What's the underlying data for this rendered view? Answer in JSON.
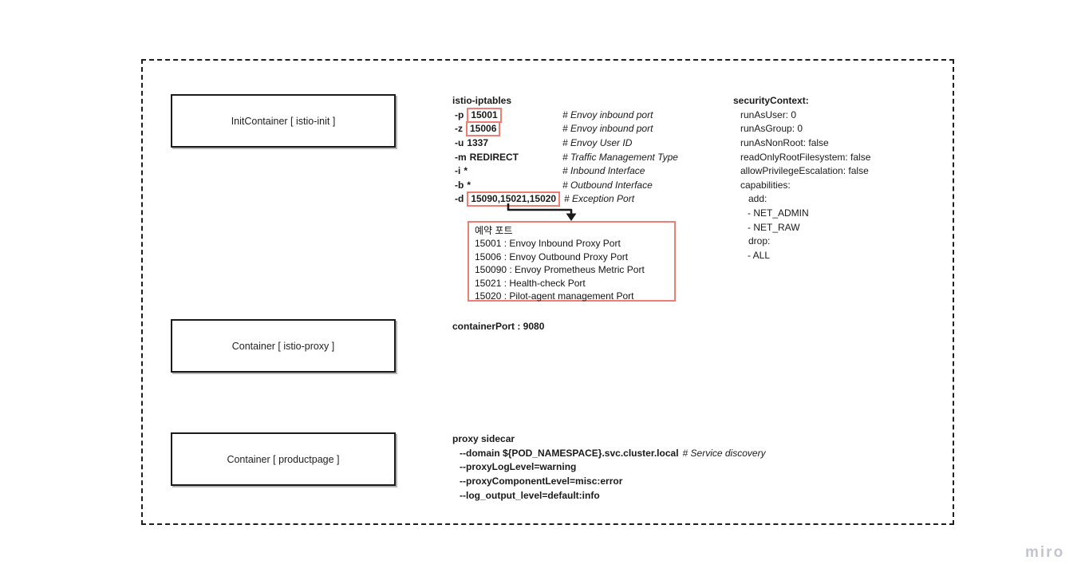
{
  "colors": {
    "accent_red": "#ee7d73",
    "text": "#1a1a1a",
    "watermark": "#c4c5cf"
  },
  "boxes": [
    {
      "label": "InitContainer [ istio-init ]"
    },
    {
      "label": "Container [ istio-proxy ]"
    },
    {
      "label": "Container [ productpage ]"
    }
  ],
  "iptables": {
    "title": "istio-iptables",
    "lines": [
      {
        "flag": "-p",
        "value": "15001",
        "boxed": true,
        "comment": "# Envoy inbound port"
      },
      {
        "flag": "-z",
        "value": "15006",
        "boxed": true,
        "comment": "# Envoy inbound port"
      },
      {
        "flag": "-u",
        "value": "1337",
        "boxed": false,
        "comment": "# Envoy User ID"
      },
      {
        "flag": "-m",
        "value": "REDIRECT",
        "boxed": false,
        "comment": "# Traffic Management Type"
      },
      {
        "flag": "-i",
        "value": "*",
        "boxed": false,
        "comment": "# Inbound Interface"
      },
      {
        "flag": "-b",
        "value": "*",
        "boxed": false,
        "comment": "# Outbound Interface"
      },
      {
        "flag": "-d",
        "value": "15090,15021,15020",
        "boxed": true,
        "comment": "# Exception Port"
      }
    ]
  },
  "reserved_ports": {
    "title": "예약 포트",
    "items": [
      "15001 : Envoy Inbound Proxy Port",
      "15006  : Envoy Outbound Proxy Port",
      "150090 : Envoy Prometheus Metric Port",
      "15021 : Health-check Port",
      "15020 : Pilot-agent management Port"
    ]
  },
  "security_context": {
    "lines": [
      "securityContext:",
      "runAsUser: 0",
      "runAsGroup: 0",
      "runAsNonRoot: false",
      "readOnlyRootFilesystem: false",
      "allowPrivilegeEscalation: false",
      "capabilities:",
      "add:",
      "- NET_ADMIN",
      "- NET_RAW",
      "drop:",
      "- ALL"
    ]
  },
  "container_port": "containerPort : 9080",
  "proxy_sidecar": {
    "title": "proxy sidecar",
    "lines": [
      {
        "text": "--domain ${POD_NAMESPACE}.svc.cluster.local",
        "comment": "# Service discovery"
      },
      {
        "text": "--proxyLogLevel=warning"
      },
      {
        "text": "--proxyComponentLevel=misc:error"
      },
      {
        "text": "--log_output_level=default:info"
      }
    ]
  },
  "watermark": "miro"
}
